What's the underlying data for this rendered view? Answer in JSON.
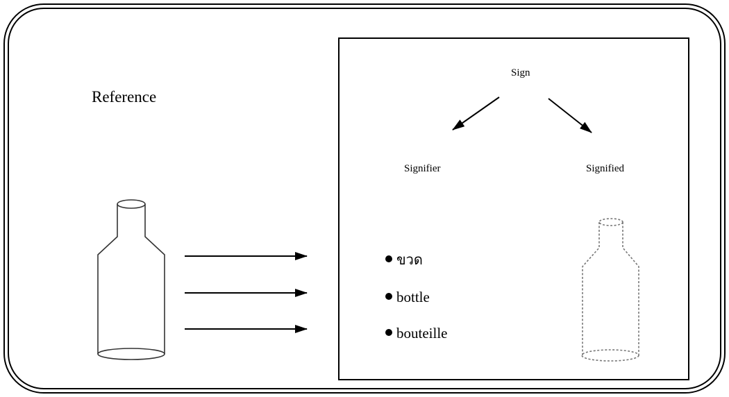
{
  "diagram": {
    "reference_label": "Reference",
    "sign_label": "Sign",
    "signifier_label": "Signifier",
    "signified_label": "Signified",
    "words": [
      "ขวด",
      "bottle",
      "bouteille"
    ]
  },
  "icons": {
    "reference_object": "bottle-icon",
    "signified_concept": "dashed-bottle-icon"
  }
}
